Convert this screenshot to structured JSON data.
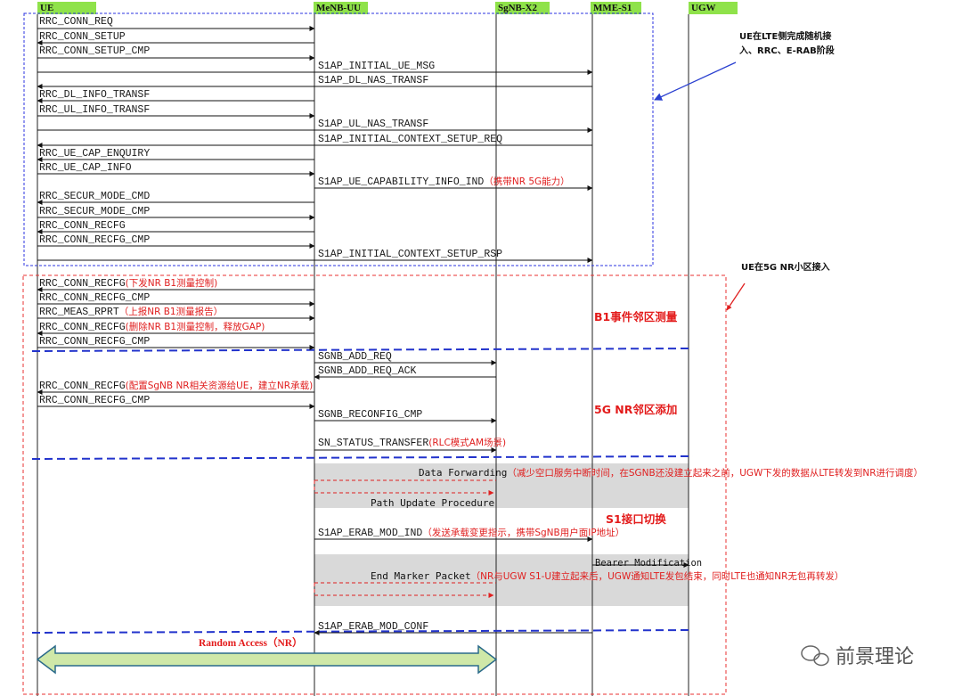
{
  "entities": {
    "ue": "UE",
    "menb": "MeNB-UU",
    "sgnb": "SgNB-X2",
    "mme": "MME-S1",
    "ugw": "UGW"
  },
  "callouts": {
    "lte_access": "UE在LTE侧完成随机接入、RRC、E-RAB阶段",
    "nr_access": "UE在5G NR小区接入"
  },
  "phases": {
    "b1": "B1事件邻区测量",
    "nr_add": "5G NR邻区添加",
    "s1": "S1接口切换"
  },
  "messages": [
    {
      "id": "m1",
      "label": "RRC_CONN_REQ",
      "note": ""
    },
    {
      "id": "m2",
      "label": "RRC_CONN_SETUP",
      "note": ""
    },
    {
      "id": "m3",
      "label": "RRC_CONN_SETUP_CMP",
      "note": ""
    },
    {
      "id": "m4",
      "label": "S1AP_INITIAL_UE_MSG",
      "note": ""
    },
    {
      "id": "m5",
      "label": "S1AP_DL_NAS_TRANSF",
      "note": ""
    },
    {
      "id": "m6",
      "label": "RRC_DL_INFO_TRANSF",
      "note": ""
    },
    {
      "id": "m7",
      "label": "RRC_UL_INFO_TRANSF",
      "note": ""
    },
    {
      "id": "m8",
      "label": "S1AP_UL_NAS_TRANSF",
      "note": ""
    },
    {
      "id": "m9",
      "label": "S1AP_INITIAL_CONTEXT_SETUP_REQ",
      "note": ""
    },
    {
      "id": "m10",
      "label": "RRC_UE_CAP_ENQUIRY",
      "note": ""
    },
    {
      "id": "m11",
      "label": "RRC_UE_CAP_INFO",
      "note": ""
    },
    {
      "id": "m12",
      "label": "S1AP_UE_CAPABILITY_INFO_IND",
      "note": "（携带NR 5G能力）"
    },
    {
      "id": "m13",
      "label": "RRC_SECUR_MODE_CMD",
      "note": ""
    },
    {
      "id": "m14",
      "label": "RRC_SECUR_MODE_CMP",
      "note": ""
    },
    {
      "id": "m15",
      "label": "RRC_CONN_RECFG",
      "note": ""
    },
    {
      "id": "m16",
      "label": "RRC_CONN_RECFG_CMP",
      "note": ""
    },
    {
      "id": "m17",
      "label": "S1AP_INITIAL_CONTEXT_SETUP_RSP",
      "note": ""
    },
    {
      "id": "m18",
      "label": "RRC_CONN_RECFG",
      "note": "(下发NR B1测量控制)"
    },
    {
      "id": "m19",
      "label": "RRC_CONN_RECFG_CMP",
      "note": ""
    },
    {
      "id": "m20",
      "label": "RRC_MEAS_RPRT",
      "note": "（上报NR B1测量报告）"
    },
    {
      "id": "m21",
      "label": "RRC_CONN_RECFG",
      "note": "(删除NR B1测量控制，释放GAP)"
    },
    {
      "id": "m22",
      "label": "RRC_CONN_RECFG_CMP",
      "note": ""
    },
    {
      "id": "m23",
      "label": "SGNB_ADD_REQ",
      "note": ""
    },
    {
      "id": "m24",
      "label": "SGNB_ADD_REQ_ACK",
      "note": ""
    },
    {
      "id": "m25",
      "label": "RRC_CONN_RECFG",
      "note": "(配置SgNB NR相关资源给UE，建立NR承载)"
    },
    {
      "id": "m26",
      "label": "RRC_CONN_RECFG_CMP",
      "note": ""
    },
    {
      "id": "m27",
      "label": "SGNB_RECONFIG_CMP",
      "note": ""
    },
    {
      "id": "m28",
      "label": "SN_STATUS_TRANSFER",
      "note": "(RLC模式AM场景)"
    },
    {
      "id": "m29",
      "label": "S1AP_ERAB_MOD_IND",
      "note": "（发送承载变更指示，携带SgNB用户面IP地址）"
    },
    {
      "id": "m30",
      "label": "S1AP_ERAB_MOD_CONF",
      "note": ""
    }
  ],
  "data_forwarding": {
    "label": "Data Forwarding",
    "note": "（减少空口服务中断时间，在SGNB还没建立起来之前，UGW下发的数据从LTE转发到NR进行调度）"
  },
  "path_update": "Path Update Procedure",
  "bearer_mod": "Bearer Modification",
  "end_marker": {
    "label": "End Marker Packet",
    "note": "（NR与UGW S1-U建立起来后，UGW通知LTE发包结束，同时LTE也通知NR无包再转发）"
  },
  "random_access": "Random Access（NR）",
  "watermark": "前景理论"
}
